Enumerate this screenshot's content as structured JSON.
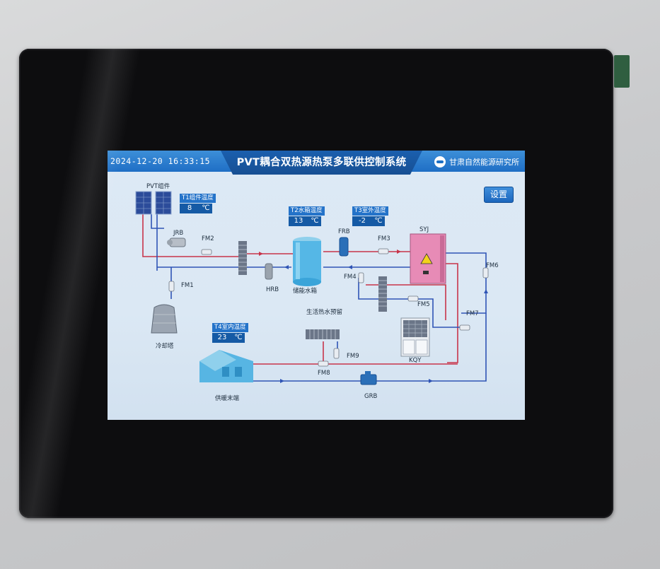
{
  "header": {
    "datetime": "2024-12-20  16:33:15",
    "title": "PVT耦合双热源热泵多联供控制系统",
    "org": "甘肃自然能源研究所",
    "settings_label": "设置"
  },
  "components": {
    "pvt": "PVT组件",
    "jrb": "JRB",
    "fm1": "FM1",
    "fm2": "FM2",
    "fm3": "FM3",
    "fm4": "FM4",
    "fm5": "FM5",
    "fm6": "FM6",
    "fm7": "FM7",
    "fm8": "FM8",
    "fm9": "FM9",
    "frb": "FRB",
    "hrb": "HRB",
    "syj": "SYJ",
    "kqy": "KQY",
    "grb": "GRB",
    "tank": "储能水箱",
    "cooling_tower": "冷却塔",
    "hot_water": "生活热水预留",
    "heating_end": "供暖末端"
  },
  "sensors": [
    {
      "title": "T1组件温度",
      "value": "8",
      "unit": "℃"
    },
    {
      "title": "T2水箱温度",
      "value": "13",
      "unit": "℃"
    },
    {
      "title": "T3室外温度",
      "value": "-2",
      "unit": "℃"
    },
    {
      "title": "T4室内温度",
      "value": "23",
      "unit": "℃"
    }
  ],
  "colors": {
    "pipe_hot": "#c8344a",
    "pipe_cold": "#2f54b5",
    "header_blue": "#1f6ec5"
  }
}
